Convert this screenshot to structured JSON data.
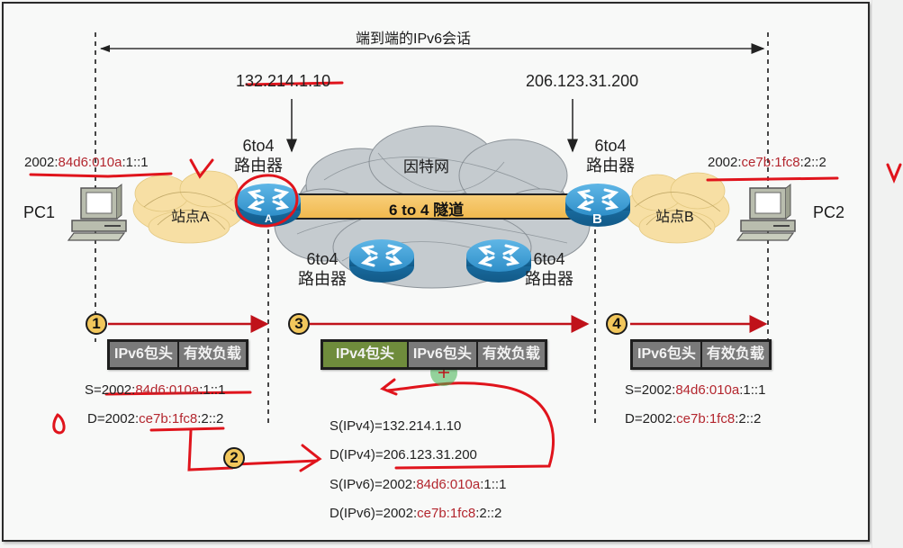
{
  "title": "端到端的IPv6会话",
  "ipv4_addresses": {
    "router_a": "132.214.1.10",
    "router_b": "206.123.31.200"
  },
  "router_label_line1": "6to4",
  "router_label_line2": "路由器",
  "internet_label": "因特网",
  "tunnel_label": "6 to 4 隧道",
  "sites": {
    "a": "站点A",
    "b": "站点B"
  },
  "router_letters": {
    "a": "A",
    "b": "B"
  },
  "hosts": {
    "pc1": {
      "name": "PC1",
      "addr_prefix": "2002:",
      "addr_red": "84d6:010a",
      "addr_suffix": ":1::1"
    },
    "pc2": {
      "name": "PC2",
      "addr_prefix": "2002:",
      "addr_red": "ce7b:1fc8",
      "addr_suffix": ":2::2"
    }
  },
  "steps": {
    "s1": "1",
    "s2": "2",
    "s3": "3",
    "s4": "4"
  },
  "packets": {
    "ipv6_header": "IPv6包头",
    "ipv4_header": "IPv4包头",
    "payload": "有效负载"
  },
  "step1": {
    "src_prefix": "S=2002:",
    "src_red": "84d6:010a",
    "src_suffix": ":1::1",
    "dst_prefix": "D=2002:",
    "dst_red": "ce7b:1fc8",
    "dst_suffix": ":2::2"
  },
  "step4": {
    "src_prefix": "S=2002:",
    "src_red": "84d6:010a",
    "src_suffix": ":1::1",
    "dst_prefix": "D=2002:",
    "dst_red": "ce7b:1fc8",
    "dst_suffix": ":2::2"
  },
  "step2_fields": {
    "s_ipv4": "S(IPv4)=132.214.1.10",
    "d_ipv4_prefix": "D(IPv4)=",
    "d_ipv4_value": "206.123.31.200",
    "s_ipv6_prefix": "S(IPv6)=2002:",
    "s_ipv6_red": "84d6:010a",
    "s_ipv6_suffix": ":1::1",
    "d_ipv6_prefix": "D(IPv6)=2002:",
    "d_ipv6_red": "ce7b:1fc8",
    "d_ipv6_suffix": ":2::2"
  },
  "annotations": {
    "check_marks": [
      "V",
      "V"
    ],
    "zero_mark": "0"
  },
  "colors": {
    "accent_red": "#b3262e",
    "ink_red": "#e0141c",
    "tunnel_fill": "#f5c163",
    "router_blue": "#2f8fc9",
    "cloud_gray": "#c5cbcf",
    "site_cloud": "#f7dfa4",
    "ipv4_header_green": "#6f8c3c",
    "packet_gray": "#7a7a7a"
  }
}
